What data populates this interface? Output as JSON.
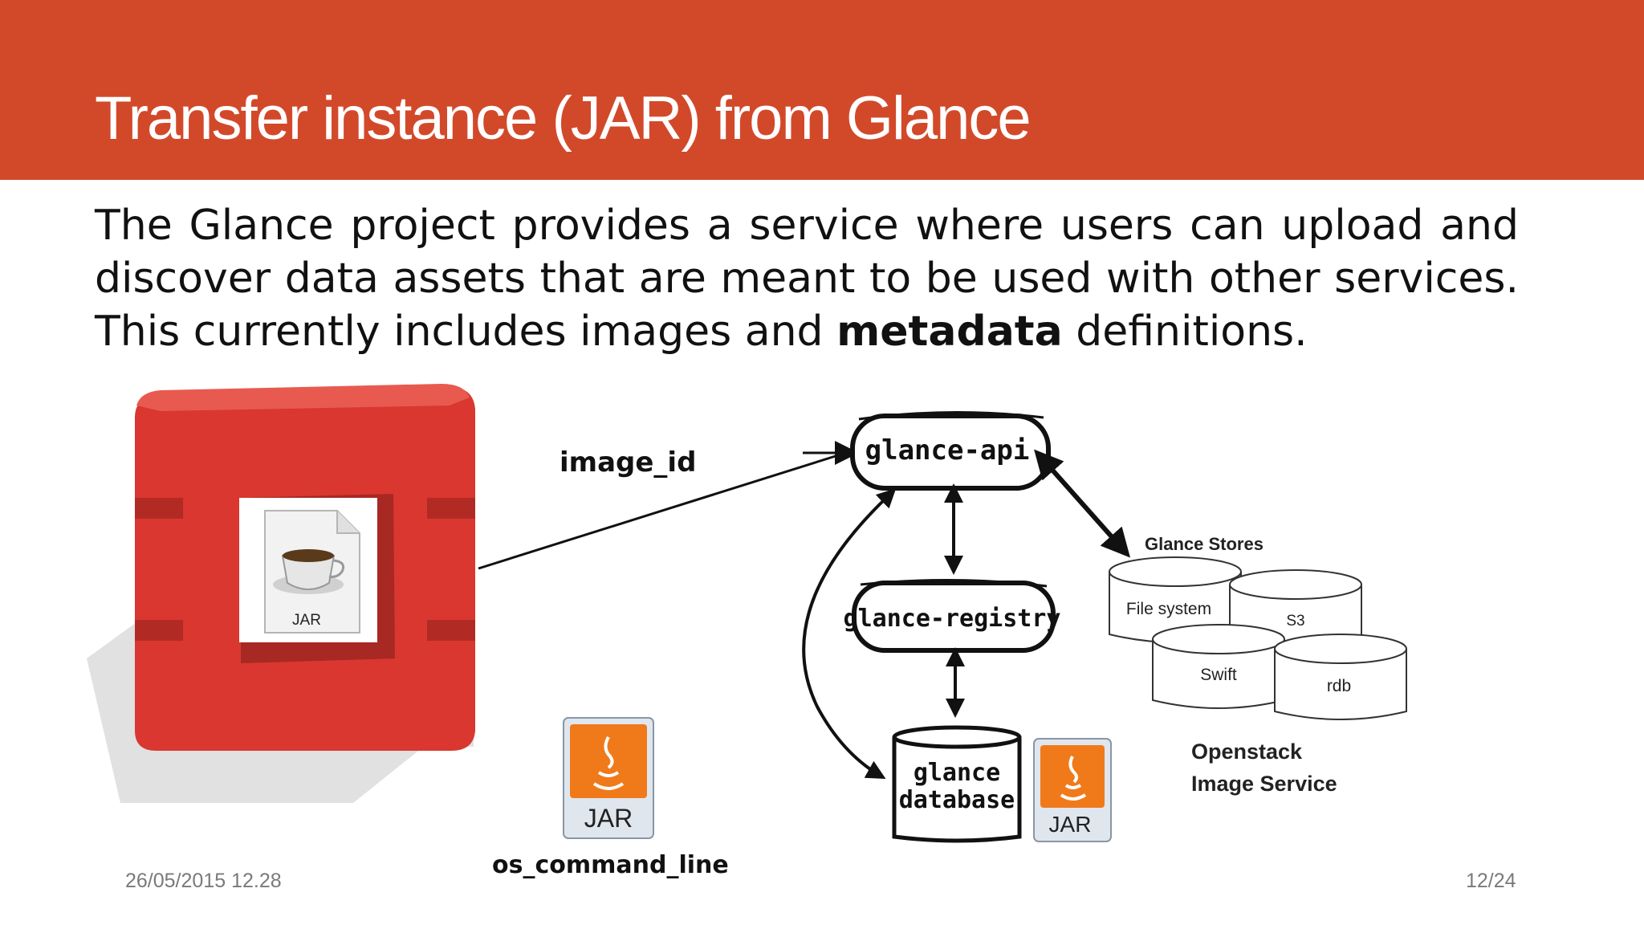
{
  "slide": {
    "title": "Transfer instance (JAR) from Glance",
    "body_part1": "The Glance project provides a service where users can upload and discover data assets that are meant to be used with other services. This currently includes images and ",
    "body_bold": "metadata",
    "body_part2": " definitions.",
    "footer_date": "26/05/2015 12.28",
    "page_number": "12/24"
  },
  "diagram": {
    "arrow_label": "image_id",
    "command_label": "os_command_line",
    "jar_icon_label": "JAR",
    "glance_api": "glance-api",
    "glance_registry": "glance-registry",
    "db_line1": "glance",
    "db_line2": "database",
    "stores_title": "Glance Stores",
    "stores": [
      "File system",
      "S3",
      "Swift",
      "rdb"
    ],
    "service_line1": "Openstack",
    "service_line2": "Image Service"
  },
  "colors": {
    "title_bar": "#d2492a",
    "openstack_red": "#d9372f",
    "java_orange": "#f07a1a"
  }
}
